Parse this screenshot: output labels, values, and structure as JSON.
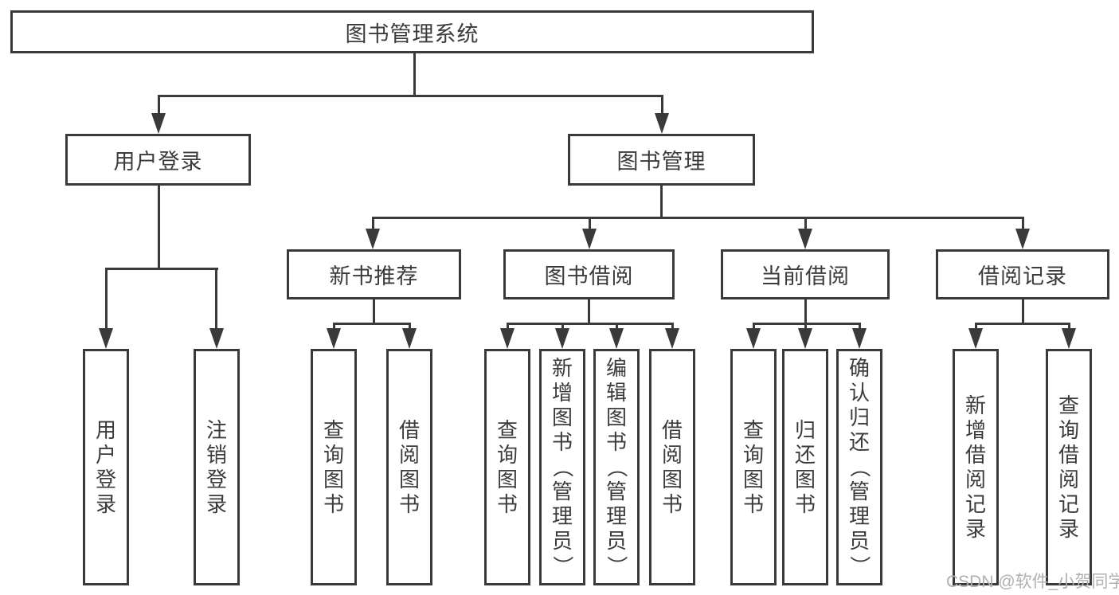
{
  "diagram": {
    "title": "图书管理系统",
    "watermark": "CSDN @软件_小贺同学",
    "colors": {
      "line": "#3a3a3a",
      "text": "#3b3b3b",
      "background": "#ffffff",
      "watermark": "#b0b0b0"
    },
    "nodes": [
      {
        "id": "root",
        "label": "图书管理系统",
        "level": 1,
        "parent": null
      },
      {
        "id": "login",
        "label": "用户登录",
        "level": 2,
        "parent": "root"
      },
      {
        "id": "mgmt",
        "label": "图书管理",
        "level": 2,
        "parent": "root"
      },
      {
        "id": "rec",
        "label": "新书推荐",
        "level": 3,
        "parent": "mgmt"
      },
      {
        "id": "borrow",
        "label": "图书借阅",
        "level": 3,
        "parent": "mgmt"
      },
      {
        "id": "current",
        "label": "当前借阅",
        "level": 3,
        "parent": "mgmt"
      },
      {
        "id": "records",
        "label": "借阅记录",
        "level": 3,
        "parent": "mgmt"
      },
      {
        "id": "leaf-user-login",
        "label": "用户登录",
        "level": 4,
        "parent": "login"
      },
      {
        "id": "leaf-logout",
        "label": "注销登录",
        "level": 4,
        "parent": "login"
      },
      {
        "id": "leaf-query-book-1",
        "label": "查询图书",
        "level": 4,
        "parent": "rec"
      },
      {
        "id": "leaf-borrow-book-1",
        "label": "借阅图书",
        "level": 4,
        "parent": "rec"
      },
      {
        "id": "leaf-query-book-2",
        "label": "查询图书",
        "level": 4,
        "parent": "borrow"
      },
      {
        "id": "leaf-add-book",
        "label": "新增图书（管理员）",
        "level": 4,
        "parent": "borrow"
      },
      {
        "id": "leaf-edit-book",
        "label": "编辑图书（管理员）",
        "level": 4,
        "parent": "borrow"
      },
      {
        "id": "leaf-borrow-book-2",
        "label": "借阅图书",
        "level": 4,
        "parent": "borrow"
      },
      {
        "id": "leaf-query-book-3",
        "label": "查询图书",
        "level": 4,
        "parent": "current"
      },
      {
        "id": "leaf-return-book",
        "label": "归还图书",
        "level": 4,
        "parent": "current"
      },
      {
        "id": "leaf-confirm-return",
        "label": "确认归还（管理员）",
        "level": 4,
        "parent": "current"
      },
      {
        "id": "leaf-add-record",
        "label": "新增借阅记录",
        "level": 4,
        "parent": "records"
      },
      {
        "id": "leaf-query-record",
        "label": "查询借阅记录",
        "level": 4,
        "parent": "records"
      }
    ]
  }
}
